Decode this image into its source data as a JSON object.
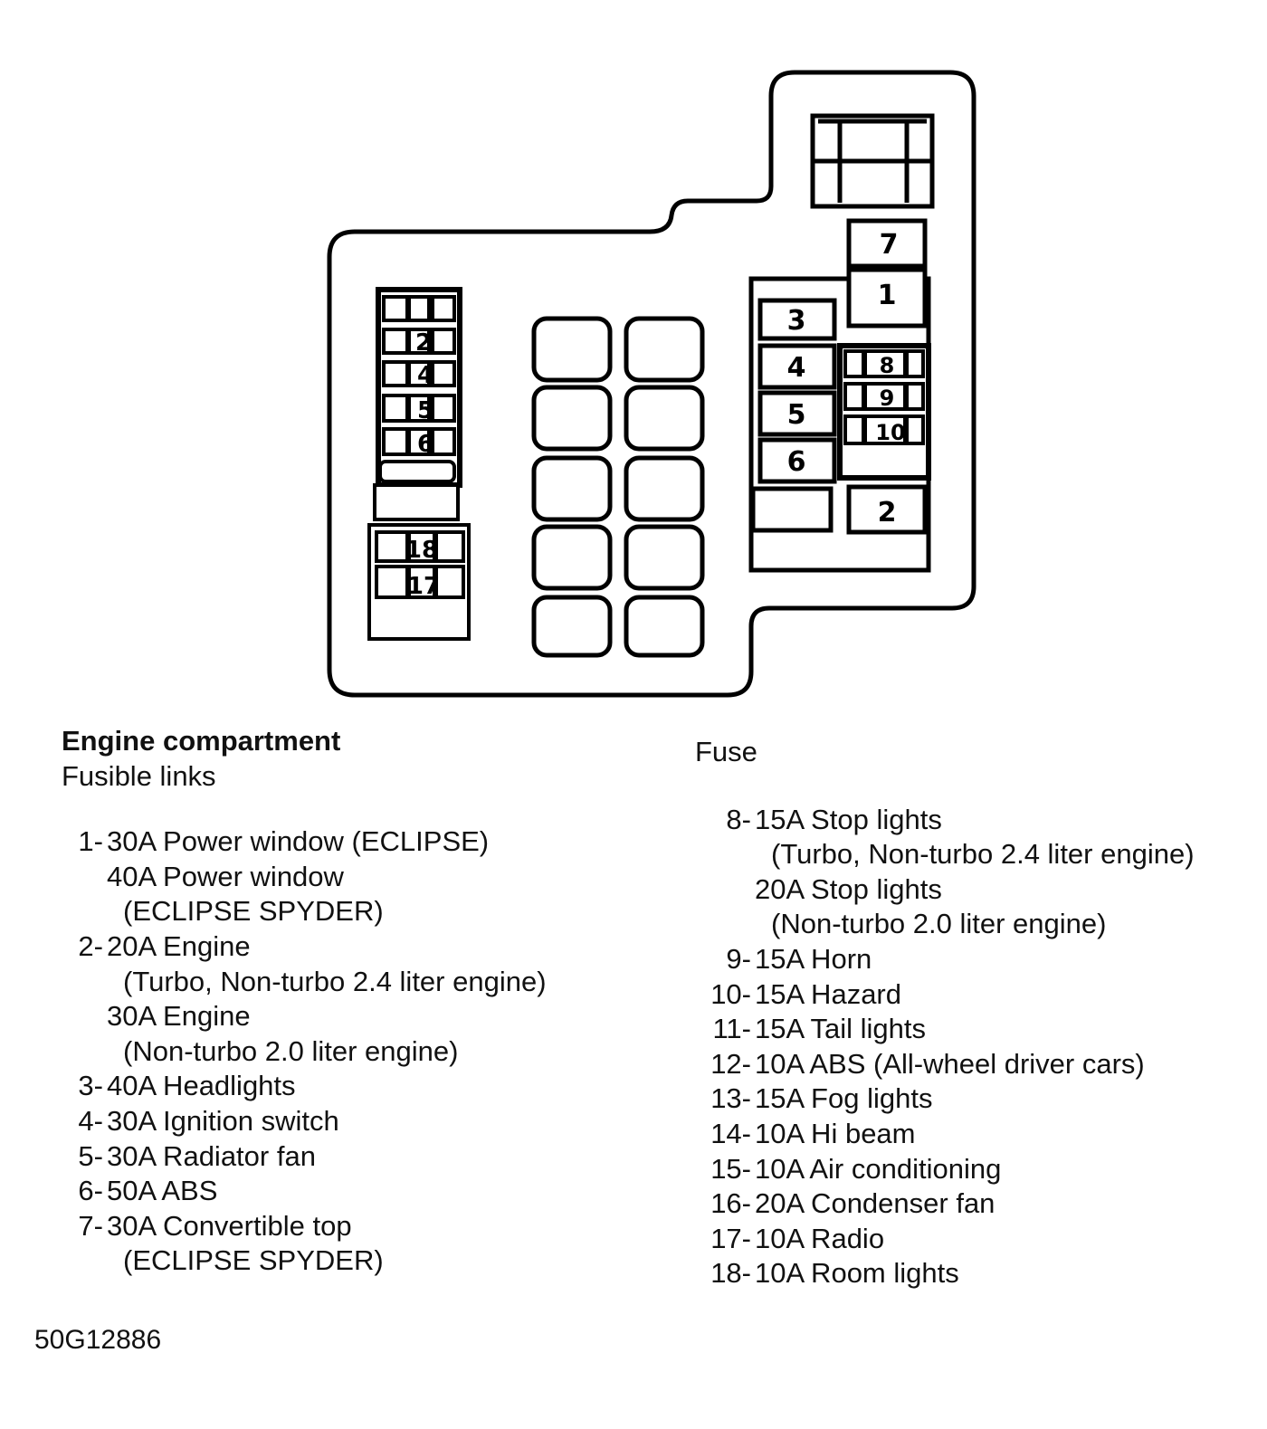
{
  "diagram": {
    "left_block_numbers": [
      "2",
      "4",
      "5",
      "6"
    ],
    "lower_left_numbers": [
      "18",
      "17"
    ],
    "fusible_link_numbers": [
      "7",
      "1",
      "3",
      "4",
      "5",
      "6",
      "2"
    ],
    "right_fuse_numbers": [
      "8",
      "9",
      "10"
    ]
  },
  "fusible_links": {
    "title": "Engine compartment",
    "subtitle": "Fusible links",
    "items": [
      {
        "num": "1-",
        "lines": [
          "30A Power window (ECLIPSE)",
          "40A Power window",
          "(ECLIPSE SPYDER)"
        ]
      },
      {
        "num": "2-",
        "lines": [
          "20A Engine",
          "(Turbo, Non-turbo 2.4 liter engine)",
          "30A Engine",
          "(Non-turbo 2.0 liter engine)"
        ]
      },
      {
        "num": "3-",
        "lines": [
          "40A Headlights"
        ]
      },
      {
        "num": "4-",
        "lines": [
          "30A Ignition switch"
        ]
      },
      {
        "num": "5-",
        "lines": [
          "30A Radiator fan"
        ]
      },
      {
        "num": "6-",
        "lines": [
          "50A ABS"
        ]
      },
      {
        "num": "7-",
        "lines": [
          "30A Convertible top",
          "(ECLIPSE SPYDER)"
        ]
      }
    ]
  },
  "fuses": {
    "title": "Fuse",
    "items": [
      {
        "num": "8-",
        "lines": [
          "15A Stop lights",
          "(Turbo, Non-turbo 2.4 liter engine)",
          "20A Stop lights",
          "(Non-turbo 2.0 liter engine)"
        ]
      },
      {
        "num": "9-",
        "lines": [
          "15A Horn"
        ]
      },
      {
        "num": "10-",
        "lines": [
          "15A Hazard"
        ]
      },
      {
        "num": "11-",
        "lines": [
          "15A Tail lights"
        ]
      },
      {
        "num": "12-",
        "lines": [
          "10A ABS (All-wheel driver cars)"
        ]
      },
      {
        "num": "13-",
        "lines": [
          "15A Fog lights"
        ]
      },
      {
        "num": "14-",
        "lines": [
          "10A Hi beam"
        ]
      },
      {
        "num": "15-",
        "lines": [
          "10A Air conditioning"
        ]
      },
      {
        "num": "16-",
        "lines": [
          "20A Condenser fan"
        ]
      },
      {
        "num": "17-",
        "lines": [
          "10A Radio"
        ]
      },
      {
        "num": "18-",
        "lines": [
          "10A Room lights"
        ]
      }
    ]
  },
  "reference_code": "50G12886"
}
